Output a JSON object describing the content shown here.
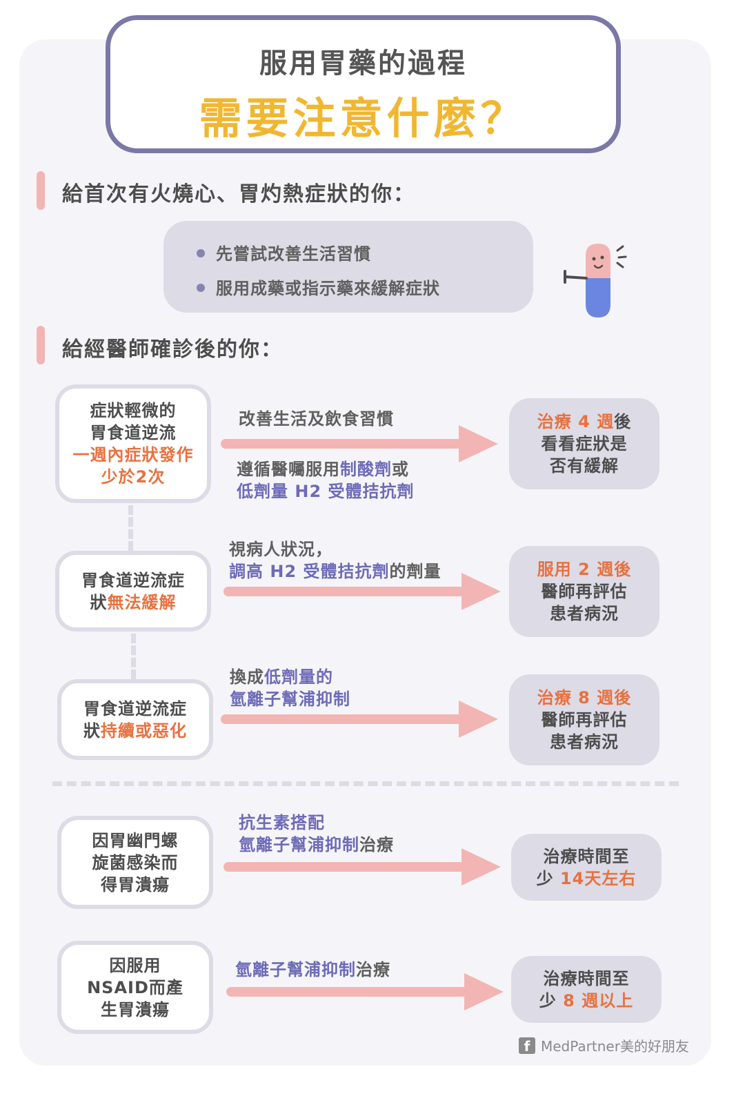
{
  "title": {
    "line1": "服用胃藥的過程",
    "line2": "需要注意什麼？"
  },
  "section1": {
    "heading": "給首次有火燒心、胃灼熱症狀的你：",
    "tips": [
      "先嘗試改善生活習慣",
      "服用成藥或指示藥來緩解症狀"
    ]
  },
  "section2": {
    "heading": "給經醫師確診後的你：",
    "row1": {
      "cond_a": "症狀輕微的",
      "cond_b": "胃食道逆流",
      "cond_c": "一週內症狀發作",
      "cond_d": "少於2次",
      "ann_top": "改善生活及飲食習慣",
      "ann_b1": "遵循醫囑服用",
      "ann_b2": "制酸劑",
      "ann_b3": "或",
      "ann_b4": "低劑量 H2 受體拮抗劑",
      "res_a": "治療 4 週",
      "res_b": "後",
      "res_c": "看看症狀是",
      "res_d": "否有緩解"
    },
    "row2": {
      "cond_a": "胃食道逆流症",
      "cond_b": "狀",
      "cond_c": "無法緩解",
      "ann_a": "視病人狀況，",
      "ann_b1": "調高 H2 受體拮抗劑",
      "ann_b2": "的劑量",
      "res_a": "服用 2 週後",
      "res_b": "醫師再評估",
      "res_c": "患者病況"
    },
    "row3": {
      "cond_a": "胃食道逆流症",
      "cond_b": "狀",
      "cond_c": "持續或惡化",
      "ann_a1": "換成",
      "ann_a2": "低劑量的",
      "ann_b": "氫離子幫浦抑制",
      "res_a": "治療 8 週後",
      "res_b": "醫師再評估",
      "res_c": "患者病況"
    }
  },
  "section3": {
    "row4": {
      "cond_a": "因胃幽門螺",
      "cond_b": "旋菌感染而",
      "cond_c": "得胃潰瘍",
      "ann_a": "抗生素搭配",
      "ann_b1": "氫離子幫浦抑制",
      "ann_b2": "治療",
      "res_a": "治療時間至",
      "res_b": "少 ",
      "res_c": "14天左右"
    },
    "row5": {
      "cond_a": "因服用",
      "cond_b": "NSAID而產",
      "cond_c": "生胃潰瘍",
      "ann_a1": "氫離子幫浦抑制",
      "ann_a2": "治療",
      "res_a": "治療時間至",
      "res_b": "少 ",
      "res_c": "8 週以上"
    }
  },
  "footer": {
    "fb_glyph": "f",
    "brand": "MedPartner美的好朋友"
  },
  "colors": {
    "purple": "#7b77a6",
    "gold": "#f0b731",
    "orange": "#e8713f",
    "blue_purple": "#6d6ab7",
    "pink": "#f3b5b3",
    "lavender": "#dcdbe6"
  }
}
